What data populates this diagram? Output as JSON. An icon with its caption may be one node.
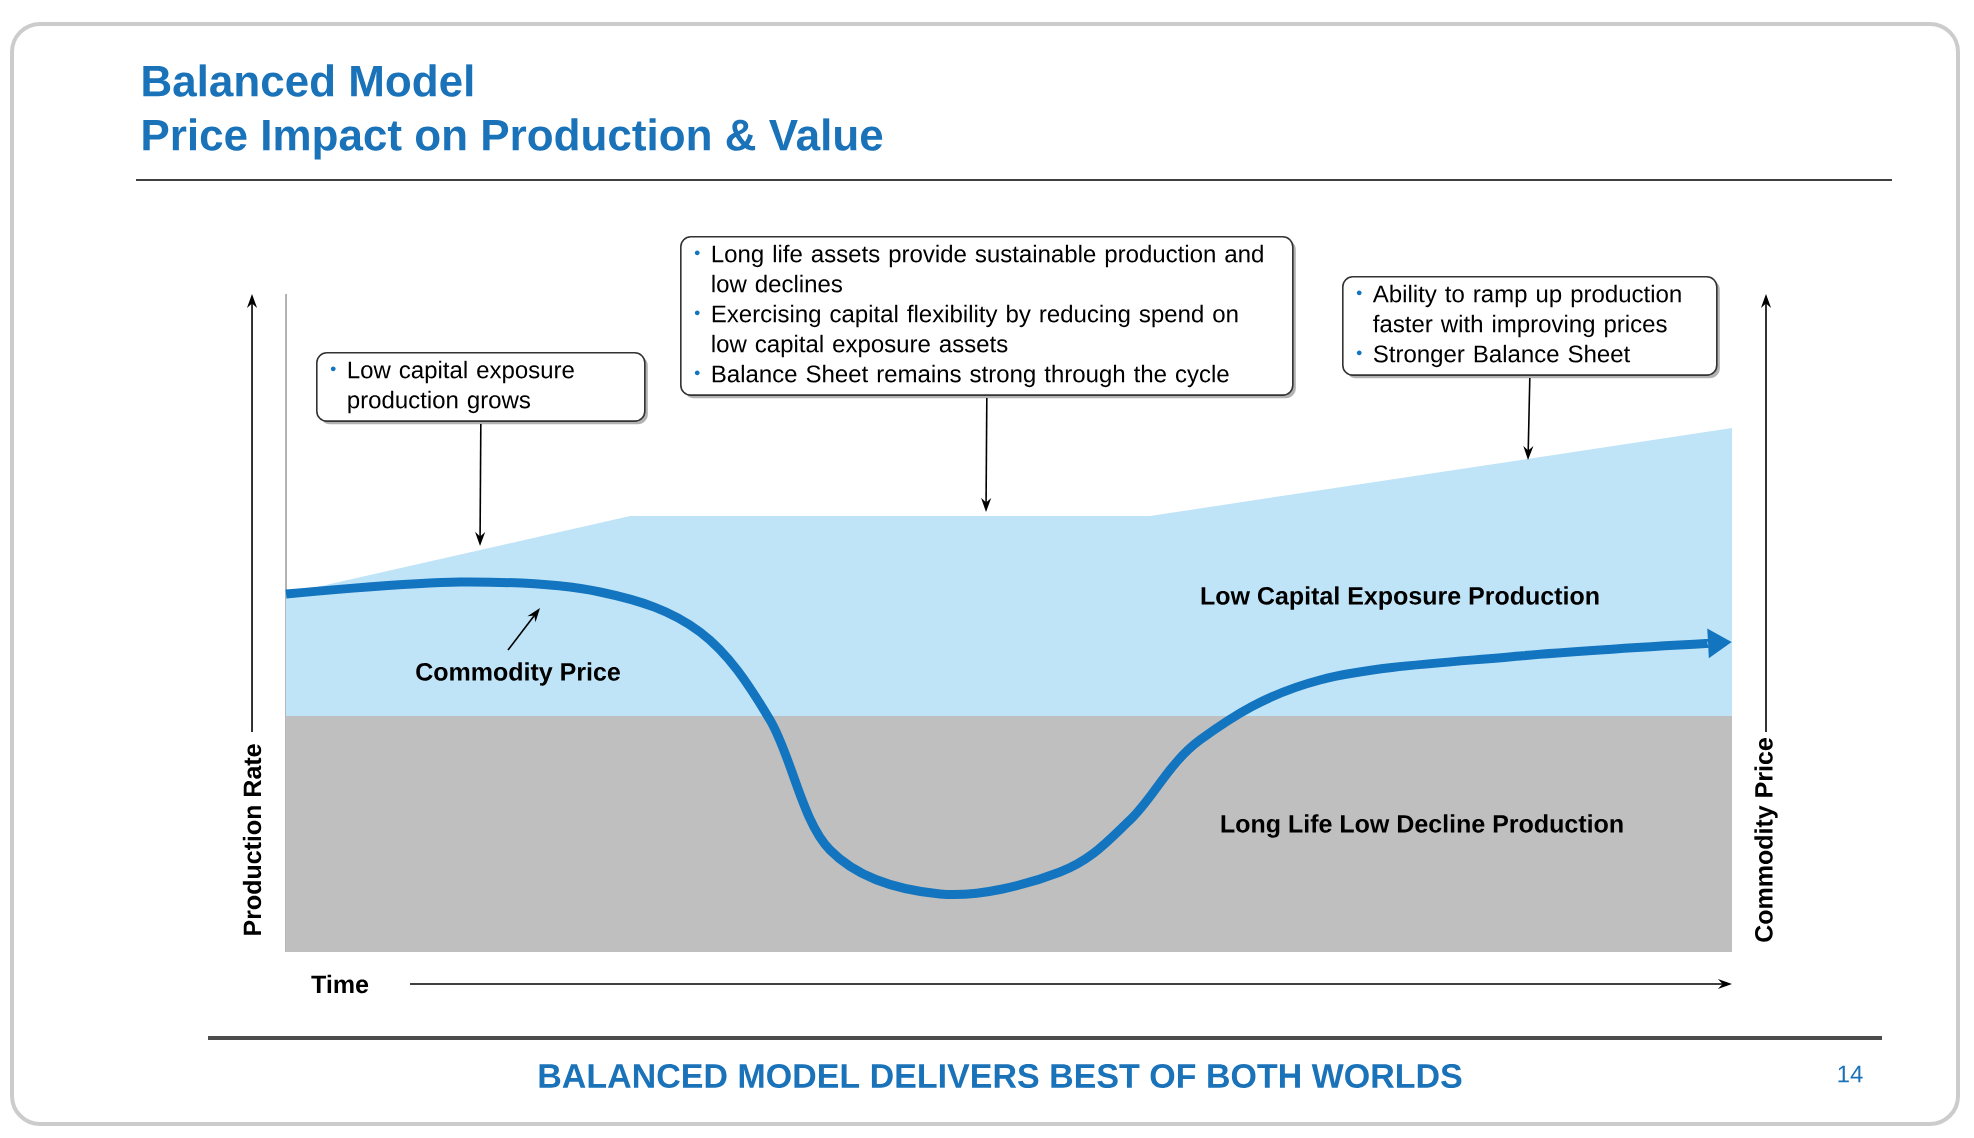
{
  "diagram": {
    "title": "Balanced Model Price Impact on Production & Value",
    "nodes": [
      {
        "text": [
          "Low capital exposure production grows"
        ]
      },
      {
        "text": [
          "Long life assets provide sustainable production and low declines",
          "Exercising capital flexibility by reducing spend on low capital exposure assets",
          "Balance Sheet remains strong through the cycle"
        ]
      },
      {
        "text": [
          "Ability to ramp up production faster with improving prices",
          "Stronger Balance Sheet"
        ]
      },
      {
        "text": [
          "Low Capital Exposure Production"
        ]
      },
      {
        "text": [
          "Long Life Low Decline Production"
        ]
      },
      {
        "text": [
          "Commodity Price"
        ]
      },
      {
        "text": [],
        "shape": "curve"
      }
    ],
    "edges": [
      {
        "from": 0,
        "to": 3,
        "arrow": "to"
      },
      {
        "from": 1,
        "to": 3,
        "arrow": "to"
      },
      {
        "from": 2,
        "to": 3,
        "arrow": "to"
      },
      {
        "from": 5,
        "to": 6,
        "arrow": "to"
      }
    ],
    "labels": [
      "Production Rate",
      "Commodity Price",
      "Time",
      "BALANCED MODEL DELIVERS BEST OF BOTH WORLDS",
      "14"
    ]
  }
}
